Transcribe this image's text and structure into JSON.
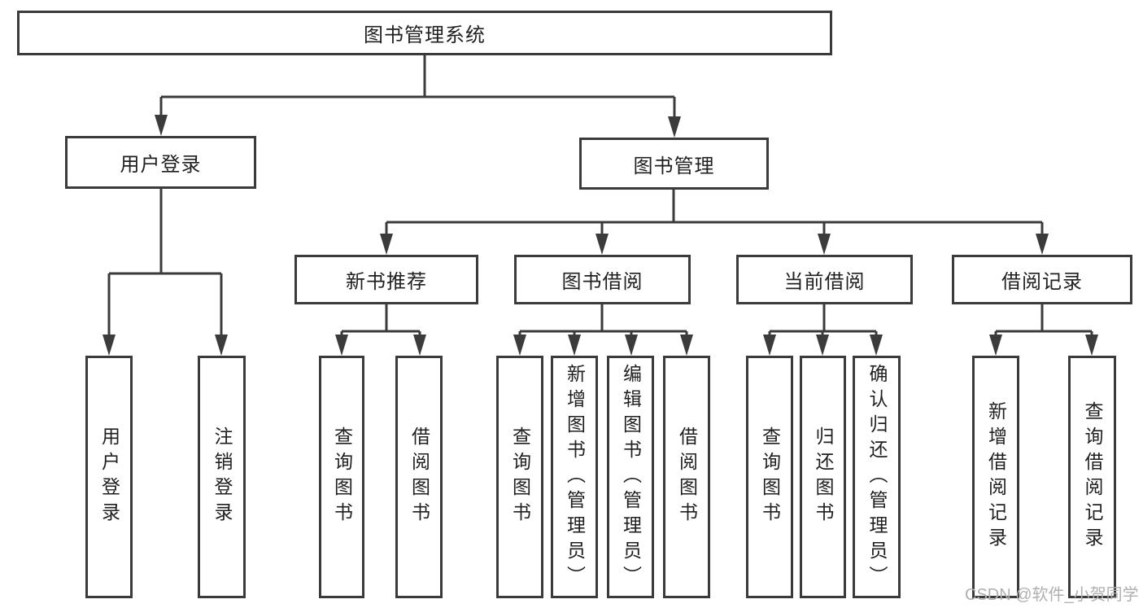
{
  "diagram": {
    "type": "hierarchy-tree",
    "title": "图书管理系统",
    "levels": 3,
    "colors": {
      "line": "#3b3b3b",
      "box_border": "#3b3b3b",
      "box_fill": "#ffffff",
      "text": "#1f1f1f",
      "watermark": "#b0b0b0",
      "background": "#ffffff"
    },
    "tree": {
      "label": "图书管理系统",
      "children": [
        {
          "label": "用户登录",
          "children": [
            "用户登录",
            "注销登录"
          ]
        },
        {
          "label": "图书管理",
          "children": [
            {
              "label": "新书推荐",
              "children": [
                "查询图书",
                "借阅图书"
              ]
            },
            {
              "label": "图书借阅",
              "children": [
                "查询图书",
                "新增图书（管理员）",
                "编辑图书（管理员）",
                "借阅图书"
              ]
            },
            {
              "label": "当前借阅",
              "children": [
                "查询图书",
                "归还图书",
                "确认归还（管理员）"
              ]
            },
            {
              "label": "借阅记录",
              "children": [
                "新增借阅记录",
                "查询借阅记录"
              ]
            }
          ]
        }
      ]
    }
  },
  "nodes": {
    "root": {
      "label": "图书管理系统"
    },
    "user_login": {
      "label": "用户登录"
    },
    "book_mgmt": {
      "label": "图书管理"
    },
    "new_books": {
      "label": "新书推荐"
    },
    "book_borrow": {
      "label": "图书借阅"
    },
    "current_borrow": {
      "label": "当前借阅"
    },
    "borrow_records": {
      "label": "借阅记录"
    },
    "leaf_user_login": {
      "label": "用户登录"
    },
    "leaf_logout": {
      "label": "注销登录"
    },
    "leaf_nb_query": {
      "label": "查询图书"
    },
    "leaf_nb_borrow": {
      "label": "借阅图书"
    },
    "leaf_bb_query": {
      "label": "查询图书"
    },
    "leaf_bb_add": {
      "label": "新增图书（管理员）"
    },
    "leaf_bb_edit": {
      "label": "编辑图书（管理员）"
    },
    "leaf_bb_borrow": {
      "label": "借阅图书"
    },
    "leaf_cb_query": {
      "label": "查询图书"
    },
    "leaf_cb_return": {
      "label": "归还图书"
    },
    "leaf_cb_confirm": {
      "label": "确认归还（管理员）"
    },
    "leaf_br_add": {
      "label": "新增借阅记录"
    },
    "leaf_br_query": {
      "label": "查询借阅记录"
    }
  },
  "watermark": {
    "text": "CSDN @软件_小贺同学"
  }
}
